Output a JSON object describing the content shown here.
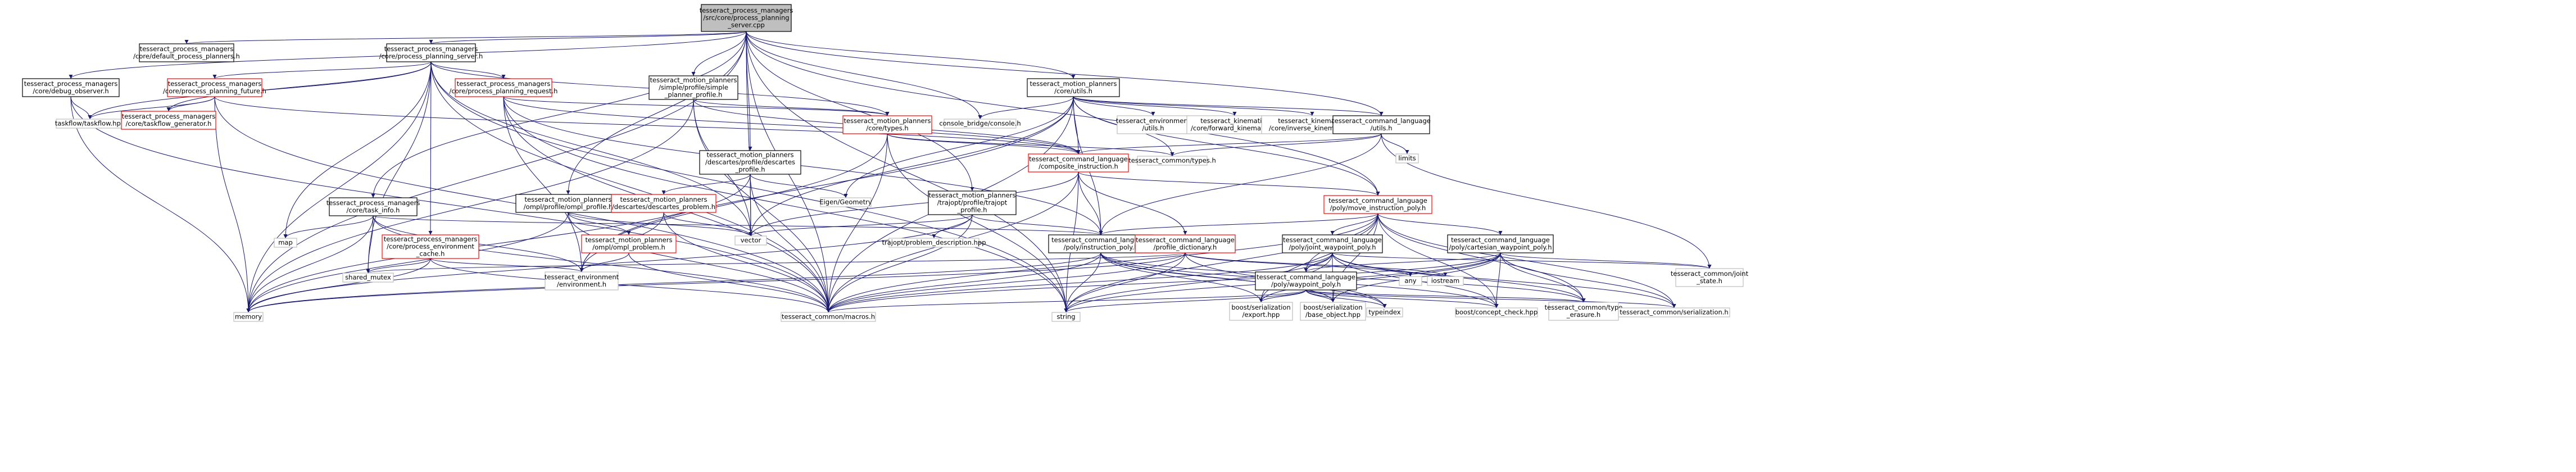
{
  "colors": {
    "edge": "#191970",
    "root_fill": "#bfbfbf",
    "doc_border": "#000000",
    "undoc_border": "#ff0000",
    "external_border": "#bfbfbf"
  },
  "nodes": [
    {
      "id": "root",
      "lines": [
        "tesseract_process_managers",
        "/src/core/process_planning",
        "_server.cpp"
      ],
      "kind": "root"
    },
    {
      "id": "default_planners",
      "lines": [
        "tesseract_process_managers",
        "/core/default_process_planners.h"
      ],
      "kind": "doc"
    },
    {
      "id": "pps_h",
      "lines": [
        "tesseract_process_managers",
        "/core/process_planning_server.h"
      ],
      "kind": "doc"
    },
    {
      "id": "debug_obs",
      "lines": [
        "tesseract_process_managers",
        "/core/debug_observer.h"
      ],
      "kind": "doc"
    },
    {
      "id": "ppf",
      "lines": [
        "tesseract_process_managers",
        "/core/process_planning_future.h"
      ],
      "kind": "undoc"
    },
    {
      "id": "ppr",
      "lines": [
        "tesseract_process_managers",
        "/core/process_planning_request.h"
      ],
      "kind": "undoc"
    },
    {
      "id": "simple_profile",
      "lines": [
        "tesseract_motion_planners",
        "/simple/profile/simple",
        "_planner_profile.h"
      ],
      "kind": "doc"
    },
    {
      "id": "core_utils",
      "lines": [
        "tesseract_motion_planners",
        "/core/utils.h"
      ],
      "kind": "doc"
    },
    {
      "id": "taskflow",
      "lines": [
        "taskflow/taskflow.hpp"
      ],
      "kind": "ext"
    },
    {
      "id": "tf_gen",
      "lines": [
        "tesseract_process_managers",
        "/core/taskflow_generator.h"
      ],
      "kind": "undoc"
    },
    {
      "id": "mp_types",
      "lines": [
        "tesseract_motion_planners",
        "/core/types.h"
      ],
      "kind": "undoc"
    },
    {
      "id": "console",
      "lines": [
        "console_bridge/console.h"
      ],
      "kind": "ext"
    },
    {
      "id": "env_utils",
      "lines": [
        "tesseract_environment",
        "/utils.h"
      ],
      "kind": "ext"
    },
    {
      "id": "fwd_kin",
      "lines": [
        "tesseract_kinematics",
        "/core/forward_kinematics.h"
      ],
      "kind": "ext"
    },
    {
      "id": "inv_kin",
      "lines": [
        "tesseract_kinematics",
        "/core/inverse_kinematics.h"
      ],
      "kind": "ext"
    },
    {
      "id": "cl_utils",
      "lines": [
        "tesseract_command_language",
        "/utils.h"
      ],
      "kind": "doc"
    },
    {
      "id": "limits",
      "lines": [
        "limits"
      ],
      "kind": "ext"
    },
    {
      "id": "composite",
      "lines": [
        "tesseract_command_language",
        "/composite_instruction.h"
      ],
      "kind": "undoc"
    },
    {
      "id": "common_types",
      "lines": [
        "tesseract_common/types.h"
      ],
      "kind": "ext"
    },
    {
      "id": "descartes_profile",
      "lines": [
        "tesseract_motion_planners",
        "/descartes/profile/descartes",
        "_profile.h"
      ],
      "kind": "doc"
    },
    {
      "id": "eigen",
      "lines": [
        "Eigen/Geometry"
      ],
      "kind": "ext"
    },
    {
      "id": "task_info",
      "lines": [
        "tesseract_process_managers",
        "/core/task_info.h"
      ],
      "kind": "doc"
    },
    {
      "id": "ompl_profile",
      "lines": [
        "tesseract_motion_planners",
        "/ompl/profile/ompl_profile.h"
      ],
      "kind": "doc"
    },
    {
      "id": "descartes_problem",
      "lines": [
        "tesseract_motion_planners",
        "/descartes/descartes_problem.h"
      ],
      "kind": "undoc"
    },
    {
      "id": "trajopt_profile",
      "lines": [
        "tesseract_motion_planners",
        "/trajopt/profile/trajopt",
        "_profile.h"
      ],
      "kind": "doc"
    },
    {
      "id": "move_instr",
      "lines": [
        "tesseract_command_language",
        "/poly/move_instruction_poly.h"
      ],
      "kind": "undoc"
    },
    {
      "id": "map",
      "lines": [
        "map"
      ],
      "kind": "ext"
    },
    {
      "id": "env_cache",
      "lines": [
        "tesseract_process_managers",
        "/core/process_environment",
        "_cache.h"
      ],
      "kind": "undoc"
    },
    {
      "id": "ompl_problem",
      "lines": [
        "tesseract_motion_planners",
        "/ompl/ompl_problem.h"
      ],
      "kind": "undoc"
    },
    {
      "id": "vector",
      "lines": [
        "vector"
      ],
      "kind": "ext"
    },
    {
      "id": "trajopt_problem",
      "lines": [
        "trajopt/problem_description.hpp"
      ],
      "kind": "ext"
    },
    {
      "id": "instr_poly",
      "lines": [
        "tesseract_command_language",
        "/poly/instruction_poly.h"
      ],
      "kind": "doc"
    },
    {
      "id": "profile_dict",
      "lines": [
        "tesseract_command_language",
        "/profile_dictionary.h"
      ],
      "kind": "undoc"
    },
    {
      "id": "joint_wp",
      "lines": [
        "tesseract_command_language",
        "/poly/joint_waypoint_poly.h"
      ],
      "kind": "doc"
    },
    {
      "id": "cart_wp",
      "lines": [
        "tesseract_command_language",
        "/poly/cartesian_waypoint_poly.h"
      ],
      "kind": "doc"
    },
    {
      "id": "joint_state",
      "lines": [
        "tesseract_common/joint",
        "_state.h"
      ],
      "kind": "ext"
    },
    {
      "id": "shared_mutex",
      "lines": [
        "shared_mutex"
      ],
      "kind": "ext"
    },
    {
      "id": "env_env",
      "lines": [
        "tesseract_environment",
        "/environment.h"
      ],
      "kind": "ext"
    },
    {
      "id": "any",
      "lines": [
        "any"
      ],
      "kind": "ext"
    },
    {
      "id": "iostream",
      "lines": [
        "iostream"
      ],
      "kind": "ext"
    },
    {
      "id": "waypoint_poly",
      "lines": [
        "tesseract_command_language",
        "/poly/waypoint_poly.h"
      ],
      "kind": "doc"
    },
    {
      "id": "memory",
      "lines": [
        "memory"
      ],
      "kind": "ext"
    },
    {
      "id": "macros",
      "lines": [
        "tesseract_common/macros.h"
      ],
      "kind": "ext"
    },
    {
      "id": "string",
      "lines": [
        "string"
      ],
      "kind": "ext"
    },
    {
      "id": "boost_export",
      "lines": [
        "boost/serialization",
        "/export.hpp"
      ],
      "kind": "ext"
    },
    {
      "id": "boost_base",
      "lines": [
        "boost/serialization",
        "/base_object.hpp"
      ],
      "kind": "ext"
    },
    {
      "id": "typeindex",
      "lines": [
        "typeindex"
      ],
      "kind": "ext"
    },
    {
      "id": "concept_check",
      "lines": [
        "boost/concept_check.hpp"
      ],
      "kind": "ext"
    },
    {
      "id": "type_erasure",
      "lines": [
        "tesseract_common/type",
        "_erasure.h"
      ],
      "kind": "ext"
    },
    {
      "id": "serialization",
      "lines": [
        "tesseract_common/serialization.h"
      ],
      "kind": "ext"
    }
  ],
  "edges": [
    [
      "root",
      "default_planners"
    ],
    [
      "root",
      "pps_h"
    ],
    [
      "root",
      "debug_obs"
    ],
    [
      "root",
      "simple_profile"
    ],
    [
      "root",
      "core_utils"
    ],
    [
      "root",
      "console"
    ],
    [
      "root",
      "cl_utils"
    ],
    [
      "root",
      "descartes_profile"
    ],
    [
      "root",
      "task_info"
    ],
    [
      "root",
      "ompl_profile"
    ],
    [
      "root",
      "trajopt_profile"
    ],
    [
      "root",
      "move_instr"
    ],
    [
      "root",
      "macros"
    ],
    [
      "root",
      "memory"
    ],
    [
      "root",
      "string"
    ],
    [
      "root",
      "vector"
    ],
    [
      "pps_h",
      "ppf"
    ],
    [
      "pps_h",
      "ppr"
    ],
    [
      "pps_h",
      "taskflow"
    ],
    [
      "pps_h",
      "tf_gen"
    ],
    [
      "pps_h",
      "env_cache"
    ],
    [
      "pps_h",
      "memory"
    ],
    [
      "pps_h",
      "macros"
    ],
    [
      "pps_h",
      "shared_mutex"
    ],
    [
      "pps_h",
      "vector"
    ],
    [
      "pps_h",
      "string"
    ],
    [
      "pps_h",
      "map"
    ],
    [
      "pps_h",
      "mp_types"
    ],
    [
      "debug_obs",
      "taskflow"
    ],
    [
      "debug_obs",
      "memory"
    ],
    [
      "debug_obs",
      "macros"
    ],
    [
      "ppf",
      "taskflow"
    ],
    [
      "ppf",
      "tf_gen"
    ],
    [
      "ppf",
      "memory"
    ],
    [
      "ppf",
      "macros"
    ],
    [
      "ppf",
      "composite"
    ],
    [
      "ppr",
      "mp_types"
    ],
    [
      "ppr",
      "composite"
    ],
    [
      "ppr",
      "instr_poly"
    ],
    [
      "ppr",
      "string"
    ],
    [
      "ppr",
      "macros"
    ],
    [
      "ppr",
      "env_env"
    ],
    [
      "simple_profile",
      "mp_types"
    ],
    [
      "simple_profile",
      "vector"
    ],
    [
      "simple_profile",
      "memory"
    ],
    [
      "simple_profile",
      "macros"
    ],
    [
      "simple_profile",
      "composite"
    ],
    [
      "core_utils",
      "console"
    ],
    [
      "core_utils",
      "env_utils"
    ],
    [
      "core_utils",
      "fwd_kin"
    ],
    [
      "core_utils",
      "inv_kin"
    ],
    [
      "core_utils",
      "cl_utils"
    ],
    [
      "core_utils",
      "composite"
    ],
    [
      "core_utils",
      "common_types"
    ],
    [
      "core_utils",
      "eigen"
    ],
    [
      "core_utils",
      "instr_poly"
    ],
    [
      "core_utils",
      "move_instr"
    ],
    [
      "core_utils",
      "vector"
    ],
    [
      "core_utils",
      "macros"
    ],
    [
      "core_utils",
      "env_env"
    ],
    [
      "mp_types",
      "common_types"
    ],
    [
      "mp_types",
      "composite"
    ],
    [
      "mp_types",
      "string"
    ],
    [
      "mp_types",
      "macros"
    ],
    [
      "mp_types",
      "env_env"
    ],
    [
      "cl_utils",
      "limits"
    ],
    [
      "cl_utils",
      "composite"
    ],
    [
      "cl_utils",
      "common_types"
    ],
    [
      "cl_utils",
      "joint_state"
    ],
    [
      "cl_utils",
      "instr_poly"
    ],
    [
      "composite",
      "instr_poly"
    ],
    [
      "composite",
      "move_instr"
    ],
    [
      "composite",
      "profile_dict"
    ],
    [
      "composite",
      "vector"
    ],
    [
      "composite",
      "string"
    ],
    [
      "composite",
      "macros"
    ],
    [
      "descartes_profile",
      "descartes_problem"
    ],
    [
      "descartes_profile",
      "eigen"
    ],
    [
      "descartes_profile",
      "vector"
    ],
    [
      "descartes_profile",
      "memory"
    ],
    [
      "descartes_profile",
      "macros"
    ],
    [
      "task_info",
      "instr_poly"
    ],
    [
      "task_info",
      "env_env"
    ],
    [
      "task_info",
      "map"
    ],
    [
      "task_info",
      "memory"
    ],
    [
      "task_info",
      "shared_mutex"
    ],
    [
      "task_info",
      "macros"
    ],
    [
      "ompl_profile",
      "ompl_problem"
    ],
    [
      "ompl_profile",
      "vector"
    ],
    [
      "ompl_profile",
      "memory"
    ],
    [
      "ompl_profile",
      "macros"
    ],
    [
      "descartes_problem",
      "env_env"
    ],
    [
      "descartes_problem",
      "vector"
    ],
    [
      "descartes_problem",
      "macros"
    ],
    [
      "trajopt_profile",
      "trajopt_problem"
    ],
    [
      "trajopt_profile",
      "instr_poly"
    ],
    [
      "trajopt_profile",
      "vector"
    ],
    [
      "trajopt_profile",
      "memory"
    ],
    [
      "trajopt_profile",
      "macros"
    ],
    [
      "move_instr",
      "instr_poly"
    ],
    [
      "move_instr",
      "joint_wp"
    ],
    [
      "move_instr",
      "cart_wp"
    ],
    [
      "move_instr",
      "waypoint_poly"
    ],
    [
      "move_instr",
      "boost_export"
    ],
    [
      "move_instr",
      "boost_base"
    ],
    [
      "move_instr",
      "type_erasure"
    ],
    [
      "move_instr",
      "serialization"
    ],
    [
      "move_instr",
      "string"
    ],
    [
      "move_instr",
      "macros"
    ],
    [
      "move_instr",
      "concept_check"
    ],
    [
      "env_cache",
      "env_env"
    ],
    [
      "env_cache",
      "shared_mutex"
    ],
    [
      "env_cache",
      "memory"
    ],
    [
      "env_cache",
      "macros"
    ],
    [
      "ompl_problem",
      "env_env"
    ],
    [
      "ompl_problem",
      "macros"
    ],
    [
      "instr_poly",
      "boost_export"
    ],
    [
      "instr_poly",
      "boost_base"
    ],
    [
      "instr_poly",
      "concept_check"
    ],
    [
      "instr_poly",
      "type_erasure"
    ],
    [
      "instr_poly",
      "string"
    ],
    [
      "instr_poly",
      "typeindex"
    ],
    [
      "instr_poly",
      "memory"
    ],
    [
      "instr_poly",
      "macros"
    ],
    [
      "profile_dict",
      "any"
    ],
    [
      "profile_dict",
      "iostream"
    ],
    [
      "profile_dict",
      "typeindex"
    ],
    [
      "profile_dict",
      "shared_mutex"
    ],
    [
      "profile_dict",
      "memory"
    ],
    [
      "profile_dict",
      "macros"
    ],
    [
      "profile_dict",
      "string"
    ],
    [
      "joint_wp",
      "waypoint_poly"
    ],
    [
      "joint_wp",
      "joint_state"
    ],
    [
      "joint_wp",
      "boost_export"
    ],
    [
      "joint_wp",
      "boost_base"
    ],
    [
      "joint_wp",
      "type_erasure"
    ],
    [
      "joint_wp",
      "concept_check"
    ],
    [
      "joint_wp",
      "serialization"
    ],
    [
      "joint_wp",
      "string"
    ],
    [
      "joint_wp",
      "macros"
    ],
    [
      "cart_wp",
      "waypoint_poly"
    ],
    [
      "cart_wp",
      "joint_state"
    ],
    [
      "cart_wp",
      "boost_export"
    ],
    [
      "cart_wp",
      "boost_base"
    ],
    [
      "cart_wp",
      "type_erasure"
    ],
    [
      "cart_wp",
      "concept_check"
    ],
    [
      "cart_wp",
      "serialization"
    ],
    [
      "cart_wp",
      "string"
    ],
    [
      "cart_wp",
      "macros"
    ],
    [
      "waypoint_poly",
      "boost_export"
    ],
    [
      "waypoint_poly",
      "boost_base"
    ],
    [
      "waypoint_poly",
      "typeindex"
    ],
    [
      "waypoint_poly",
      "concept_check"
    ],
    [
      "waypoint_poly",
      "type_erasure"
    ],
    [
      "waypoint_poly",
      "serialization"
    ],
    [
      "waypoint_poly",
      "string"
    ],
    [
      "waypoint_poly",
      "macros"
    ]
  ]
}
